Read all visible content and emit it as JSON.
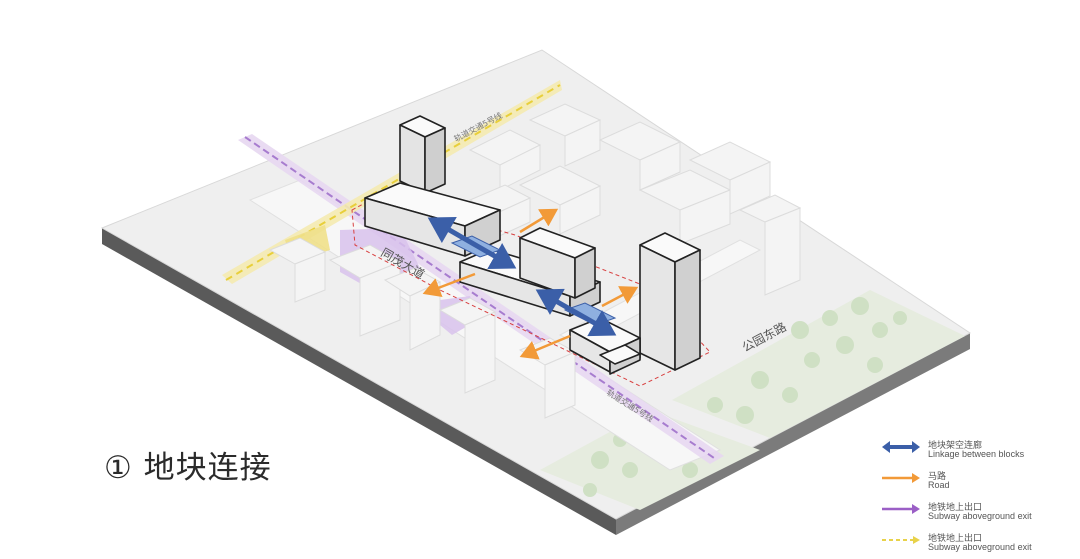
{
  "title": {
    "number": "①",
    "text": "地块连接"
  },
  "map_labels": {
    "avenue": "同茂大道",
    "park_east_road": "公园东路",
    "rail_line_top": "轨道交通5号线",
    "rail_line_bottom": "轨道交通5号线"
  },
  "legend": [
    {
      "zh": "地块架空连廊",
      "en": "Linkage between blocks",
      "color": "#3b5fa8",
      "icon": "double-arrow"
    },
    {
      "zh": "马路",
      "en": "Road",
      "color": "#f29a38",
      "icon": "arrow"
    },
    {
      "zh": "地铁地上出口",
      "en": "Subway aboveground exit",
      "color": "#9b5fc6",
      "icon": "arrow"
    },
    {
      "zh": "地铁地上出口",
      "en": "Subway aboveground exit",
      "color": "#e8d24a",
      "icon": "dashed-arrow"
    }
  ]
}
